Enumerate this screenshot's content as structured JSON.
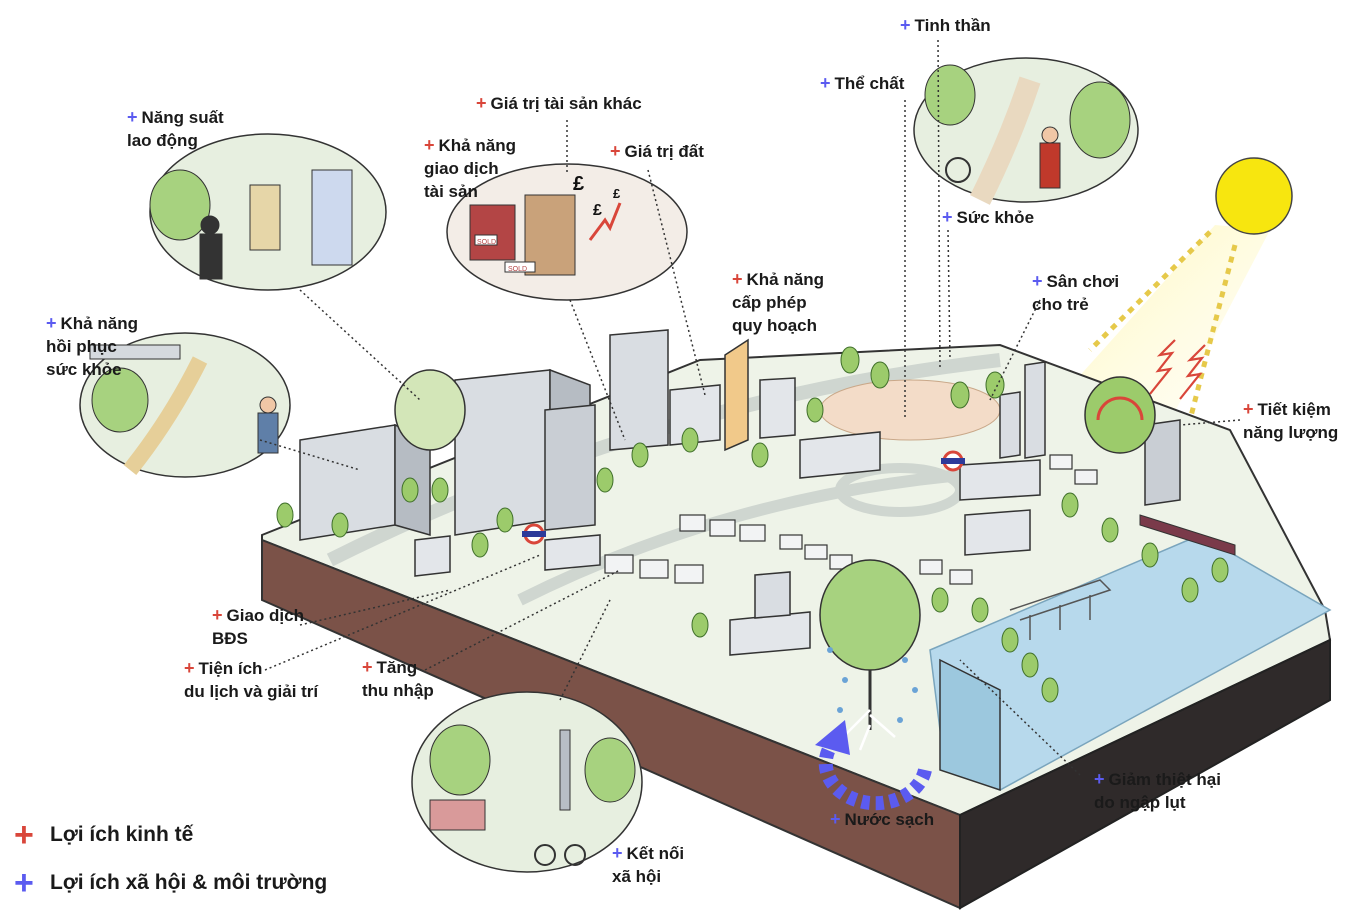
{
  "colors": {
    "economic": "#d9463a",
    "social": "#5b5bf0",
    "soil": "#7b5248",
    "soil_dark": "#3b2a26",
    "grass": "#eaf1e4",
    "tree": "#9ccb6b",
    "tree_dark": "#5f9c3c",
    "building": "#d9dde2",
    "water": "#b7d9ec",
    "sun": "#f7e60f"
  },
  "labels": [
    {
      "id": "tinh-than",
      "type": "social",
      "text": "Tinh thần"
    },
    {
      "id": "the-chat",
      "type": "social",
      "text": "Thể chất"
    },
    {
      "id": "suc-khoe",
      "type": "social",
      "text": "Sức khỏe"
    },
    {
      "id": "san-choi",
      "type": "social",
      "text": "Sân chơi\ncho trẻ"
    },
    {
      "id": "tiet-kiem",
      "type": "economic",
      "text": "Tiết kiệm\nnăng lượng"
    },
    {
      "id": "gia-tri-tai-san",
      "type": "economic",
      "text": "Giá trị tài sản khác"
    },
    {
      "id": "gia-tri-dat",
      "type": "economic",
      "text": "Giá trị đất"
    },
    {
      "id": "kha-nang-giao-dich",
      "type": "economic",
      "text": "Khả năng\ngiao dịch\ntài sản"
    },
    {
      "id": "kha-nang-cap-phep",
      "type": "economic",
      "text": "Khả năng\ncấp phép\nquy hoạch"
    },
    {
      "id": "nang-suat",
      "type": "social",
      "text": "Năng suất\nlao động"
    },
    {
      "id": "hoi-phuc",
      "type": "social",
      "text": "Khả năng\nhồi phục\nsức khỏe"
    },
    {
      "id": "giao-dich-bds",
      "type": "economic",
      "text": "Giao dịch\nBĐS"
    },
    {
      "id": "tien-ich",
      "type": "economic",
      "text": "Tiện ích\ndu lịch và giải trí"
    },
    {
      "id": "tang-thu-nhap",
      "type": "economic",
      "text": "Tăng\nthu nhập"
    },
    {
      "id": "ket-noi",
      "type": "social",
      "text": "Kết nối\nxã hội"
    },
    {
      "id": "nuoc-sach",
      "type": "social",
      "text": "Nước sạch"
    },
    {
      "id": "giam-thiet-hai",
      "type": "social",
      "text": "Giảm thiệt hại\ndo ngập lụt"
    }
  ],
  "legend": [
    {
      "id": "economic",
      "plus": "+",
      "text": "Lợi ích kinh tế"
    },
    {
      "id": "social",
      "plus": "+",
      "text": "Lợi ích xã hội & môi trường"
    }
  ],
  "plus_symbol": "+",
  "currency_symbol": "£",
  "sign_texts": [
    "SOLD",
    "SOLD"
  ],
  "icons": [
    "sun-icon",
    "heat-arrow-icon",
    "water-cycle-arrow-icon",
    "underground-station-icon"
  ]
}
